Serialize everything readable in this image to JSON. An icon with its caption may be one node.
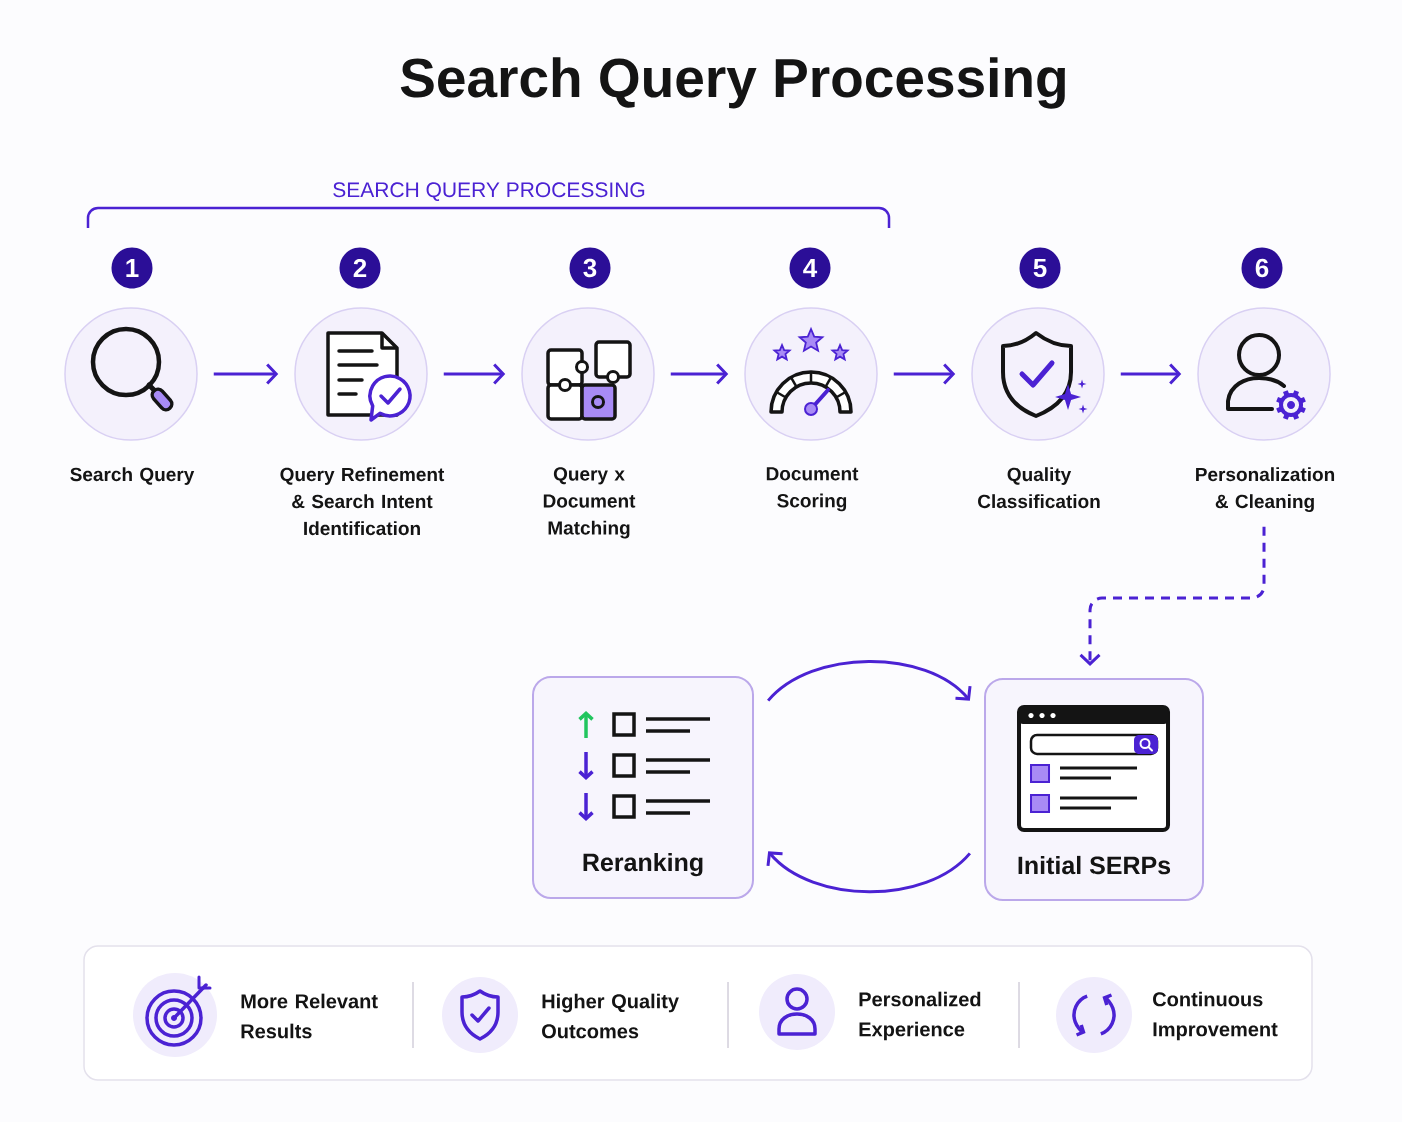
{
  "diagram": {
    "title": "Search Query Processing",
    "nodes": [
      {
        "text": [
          "Search Query"
        ],
        "beside": [
          "1"
        ]
      },
      {
        "text": [
          "Query Refinement & Search Intent Identification"
        ],
        "beside": [
          "2"
        ]
      },
      {
        "text": [
          "Query x Document Matching"
        ],
        "beside": [
          "3"
        ]
      },
      {
        "text": [
          "Document Scoring"
        ],
        "beside": [
          "4"
        ]
      },
      {
        "text": [
          "Quality Classification"
        ],
        "beside": [
          "5"
        ]
      },
      {
        "text": [
          "Personalization & Cleaning"
        ],
        "beside": [
          "6"
        ]
      },
      {
        "text": [
          "Reranking"
        ]
      },
      {
        "text": [
          "Initial SERPs"
        ]
      }
    ],
    "edges": [
      {
        "from": 0,
        "to": 1,
        "arrow": "to"
      },
      {
        "from": 1,
        "to": 2,
        "arrow": "to"
      },
      {
        "from": 2,
        "to": 3,
        "arrow": "to"
      },
      {
        "from": 3,
        "to": 4,
        "arrow": "to"
      },
      {
        "from": 4,
        "to": 5,
        "arrow": "to"
      },
      {
        "from": 5,
        "to": 7,
        "arrow": "to",
        "style": "dashed"
      },
      {
        "from": 6,
        "to": 7,
        "arrow": "to"
      },
      {
        "from": 7,
        "to": 6,
        "arrow": "to"
      }
    ],
    "labels": [
      "SEARCH QUERY PROCESSING",
      "More Relevant Results",
      "Higher Quality Outcomes",
      "Personalized Experience",
      "Continuous Improvement"
    ]
  }
}
